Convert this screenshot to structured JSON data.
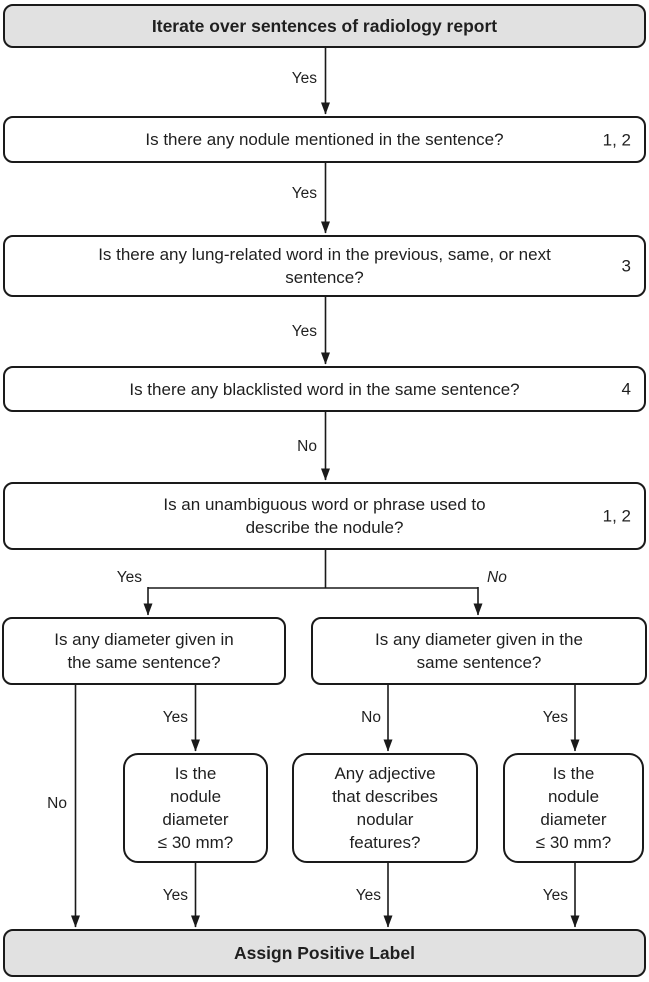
{
  "diagram": {
    "type": "flowchart",
    "colors": {
      "terminal_fill": "#e1e1e1",
      "box_fill": "#ffffff",
      "line": "#1a1a1a"
    },
    "nodes": {
      "start": {
        "text": "Iterate over sentences of radiology report"
      },
      "q_nodule": {
        "text": "Is there any nodule mentioned in the sentence?",
        "ref": "1, 2"
      },
      "q_lung": {
        "text": "Is there any lung-related word in the previous, same, or next\nsentence?",
        "ref": "3"
      },
      "q_blacklist": {
        "text": "Is there any blacklisted word in the same sentence?",
        "ref": "4"
      },
      "q_unambiguous": {
        "text": "Is an unambiguous word or phrase used to\ndescribe the nodule?",
        "ref": "1, 2"
      },
      "q_diameter_left": {
        "text": "Is any diameter given in\nthe same sentence?"
      },
      "q_diameter_right": {
        "text": "Is any diameter given in the\nsame sentence?"
      },
      "q_size_left": {
        "text": "Is the\nnodule\ndiameter\n≤ 30 mm?"
      },
      "q_adjective": {
        "text": "Any adjective\nthat describes\nnodular\nfeatures?"
      },
      "q_size_right": {
        "text": "Is the\nnodule\ndiameter\n≤ 30 mm?"
      },
      "assign": {
        "text": "Assign Positive Label"
      }
    },
    "edge_labels": {
      "start_yes": "Yes",
      "nodule_yes": "Yes",
      "lung_yes": "Yes",
      "blacklist_no": "No",
      "unambiguous_yes": "Yes",
      "unambiguous_no": "No",
      "diam_left_no": "No",
      "diam_left_yes": "Yes",
      "diam_right_no": "No",
      "diam_right_yes": "Yes",
      "size_left_yes": "Yes",
      "adjective_yes": "Yes",
      "size_right_yes": "Yes"
    }
  }
}
